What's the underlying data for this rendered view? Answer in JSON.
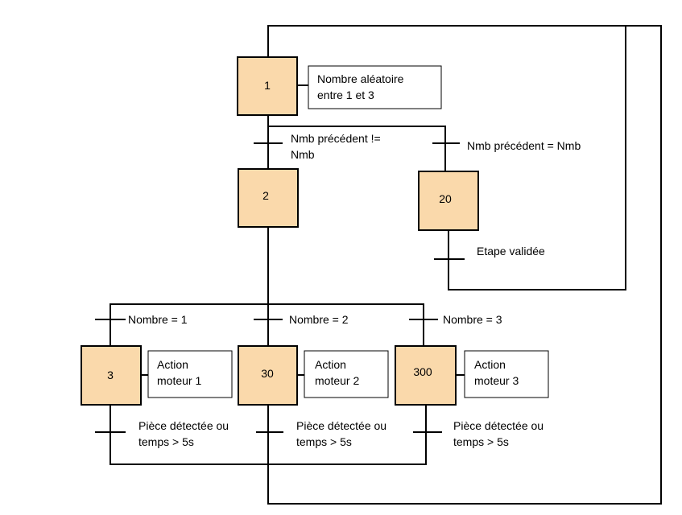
{
  "colors": {
    "step_fill": "#fad9ab",
    "line": "#000000",
    "action_fill": "#ffffff"
  },
  "steps": {
    "s1": "1",
    "s2": "2",
    "s20": "20",
    "s3": "3",
    "s30": "30",
    "s300": "300"
  },
  "actions": {
    "a1": [
      "Nombre aléatoire",
      "entre 1 et 3"
    ],
    "a3": [
      "Action",
      "moteur 1"
    ],
    "a30": [
      "Action",
      "moteur 2"
    ],
    "a300": [
      "Action",
      "moteur 3"
    ]
  },
  "transitions": {
    "t1_2": [
      "Nmb précédent !=",
      "Nmb"
    ],
    "t1_20": [
      "Nmb précédent = Nmb"
    ],
    "t20_1": [
      "Etape validée"
    ],
    "t2_3": [
      "Nombre = 1"
    ],
    "t2_30": [
      "Nombre = 2"
    ],
    "t2_300": [
      "Nombre = 3"
    ],
    "t3": [
      "Pièce détectée ou",
      "temps > 5s"
    ],
    "t30": [
      "Pièce détectée ou",
      "temps > 5s"
    ],
    "t300": [
      "Pièce détectée ou",
      "temps > 5s"
    ]
  }
}
